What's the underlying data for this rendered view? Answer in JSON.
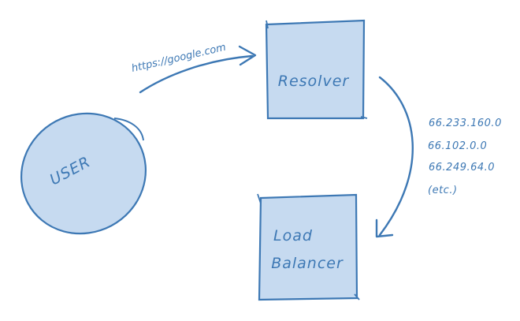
{
  "nodes": {
    "user": {
      "label": "USER"
    },
    "resolver": {
      "label": "Resolver"
    },
    "load_balancer": {
      "label_line1": "Load",
      "label_line2": "Balancer"
    }
  },
  "edges": {
    "user_to_resolver": {
      "label": "https://google.com"
    },
    "resolver_to_load_balancer": {
      "labels": [
        "66.233.160.0",
        "66.102.0.0",
        "66.249.64.0",
        "(etc.)"
      ]
    }
  },
  "colors": {
    "stroke": "#3d78b4",
    "fill": "#c6daf0",
    "text": "#3d78b4"
  }
}
